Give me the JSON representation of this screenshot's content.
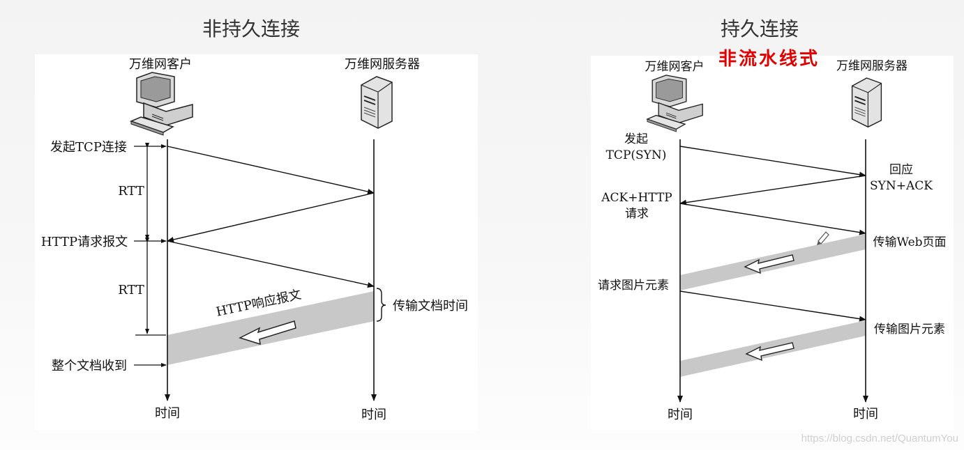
{
  "left": {
    "title": "非持久连接",
    "client": "万维网客户",
    "server": "万维网服务器",
    "labels": {
      "tcp": "发起TCP连接",
      "rtt1": "RTT",
      "req": "HTTP请求报文",
      "rtt2": "RTT",
      "resp": "HTTP响应报文",
      "transfer": "传输文档时间",
      "received": "整个文档收到",
      "time_client": "时间",
      "time_server": "时间"
    }
  },
  "right": {
    "title": "持久连接",
    "annotation": "非流水线式",
    "client": "万维网客户",
    "server": "万维网服务器",
    "labels": {
      "syn_1": "发起",
      "syn_2": "TCP(SYN)",
      "synack_1": "回应",
      "synack_2": "SYN+ACK",
      "ack_1": "ACK+HTTP",
      "ack_2": "请求",
      "web": "传输Web页面",
      "img_req": "请求图片元素",
      "img": "传输图片元素",
      "time_client": "时间",
      "time_server": "时间"
    }
  },
  "watermark": "https://blog.csdn.net/QuantumYou",
  "colors": {
    "band": "#c8c8c8",
    "line": "#111111",
    "annotation": "#e00000"
  }
}
